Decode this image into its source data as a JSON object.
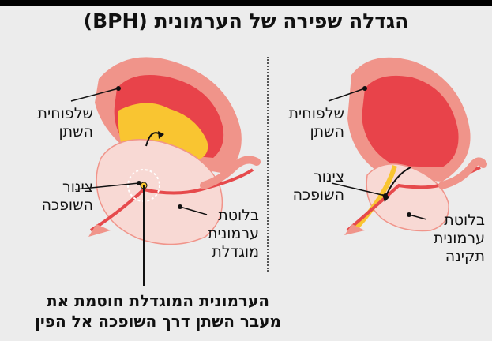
{
  "title": "הגדלה שפירה של הערמונית (BPH)",
  "left_panel": {
    "bladder_label": [
      "שלפוחית",
      "השתן"
    ],
    "urethra_label": [
      "צינור",
      "השופכה"
    ],
    "prostate_label": [
      "בלוטת",
      "ערמונית",
      "מוגדלת"
    ]
  },
  "right_panel": {
    "bladder_label": [
      "שלפוחית",
      "השתן"
    ],
    "urethra_label": [
      "צינור",
      "השופכה"
    ],
    "prostate_label": [
      "בלוטת",
      "ערמונית",
      "תקינה"
    ]
  },
  "caption": [
    "הערמונית המוגדלת חוסמת את",
    "מעבר השתן דרך השופכה אל הפין"
  ],
  "colors": {
    "bladder_outer": "#f0948a",
    "bladder_inner": "#e8434a",
    "urine": "#f9c531",
    "prostate": "#f8d9d4",
    "urethra": "#e64a4c",
    "background": "#ececec"
  }
}
